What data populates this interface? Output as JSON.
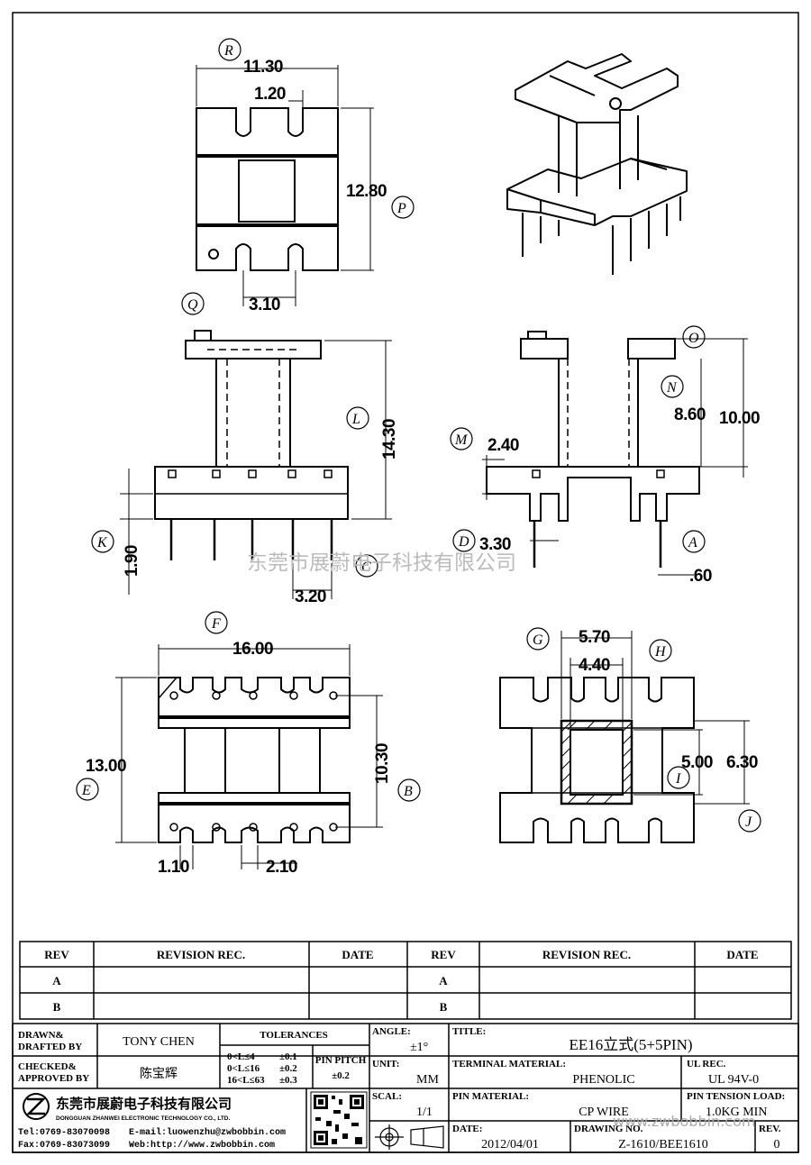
{
  "dimensions": {
    "top_width": "11.30",
    "top_slot": "1.20",
    "top_height": "12.80",
    "top_pitch": "3.10",
    "front_height": "14.30",
    "front_k": "1.90",
    "front_pitch": "3.20",
    "side_m": "2.40",
    "side_n": "8.60",
    "side_total": "10.00",
    "side_d": "3.30",
    "side_a": ".60",
    "bottom_width": "16.00",
    "bottom_height": "13.00",
    "bottom_inner": "10.30",
    "bottom_e": "1.10",
    "bottom_pitch": "2.10",
    "end_g": "5.70",
    "end_h": "4.40",
    "end_i": "5.00",
    "end_j": "6.30"
  },
  "labels": {
    "R": "R",
    "P": "P",
    "Q": "Q",
    "L": "L",
    "K": "K",
    "C": "C",
    "O": "O",
    "N": "N",
    "M": "M",
    "D": "D",
    "A": "A",
    "F": "F",
    "E": "E",
    "B": "B",
    "G": "G",
    "H": "H",
    "I": "I",
    "J": "J"
  },
  "watermark_center": "东莞市展蔚电子科技有限公司",
  "watermark_url": "www.zwbobbin.com",
  "revision_table": {
    "headers": [
      "REV",
      "REVISION REC.",
      "DATE",
      "REV",
      "REVISION REC.",
      "DATE"
    ],
    "rows": [
      [
        "A",
        "",
        "",
        "A",
        "",
        ""
      ],
      [
        "B",
        "",
        "",
        "B",
        "",
        ""
      ]
    ]
  },
  "title_block": {
    "drawn_label": "DRAWN&\nDRAFTED BY",
    "drawn_value": "TONY CHEN",
    "checked_label": "CHECKED&\nAPPROVED BY",
    "checked_value": "陈宝辉",
    "tolerances_header": "TOLERANCES",
    "tol_rows": [
      [
        "0<L≤4",
        "±0.1"
      ],
      [
        "0<L≤16",
        "±0.2"
      ],
      [
        "16<L≤63",
        "±0.3"
      ]
    ],
    "pin_pitch_label": "PIN PITCH",
    "pin_pitch_value": "±0.2",
    "angle_label": "ANGLE:",
    "angle_value": "±1°",
    "unit_label": "UNIT:",
    "unit_value": "MM",
    "scal_label": "SCAL:",
    "scal_value": "1/1",
    "title_label": "TITLE:",
    "title_value": "EE16立式(5+5PIN)",
    "terminal_label": "TERMINAL MATERIAL:",
    "terminal_value": "PHENOLIC",
    "ul_label": "UL REC.",
    "ul_value": "UL 94V-0",
    "pin_material_label": "PIN MATERIAL:",
    "pin_material_value": "CP WIRE",
    "pin_tension_label": "PIN TENSION LOAD:",
    "pin_tension_value": "1.0KG MIN",
    "date_label": "DATE:",
    "date_value": "2012/04/01",
    "drawing_label": "DRAWING NO.",
    "drawing_value": "Z-1610/BEE1610",
    "rev_label": "REV.",
    "rev_value": "0",
    "company_cn": "东莞市展蔚电子科技有限公司",
    "company_en": "DONGGUAN ZHANWEI ELECTRONIC TECHNOLOGY CO., LTD.",
    "tel": "Tel:0769-83070098",
    "email": "E-mail:luowenzhu@zwbobbin.com",
    "fax": "Fax:0769-83073099",
    "web": "Web:http://www.zwbobbin.com"
  }
}
